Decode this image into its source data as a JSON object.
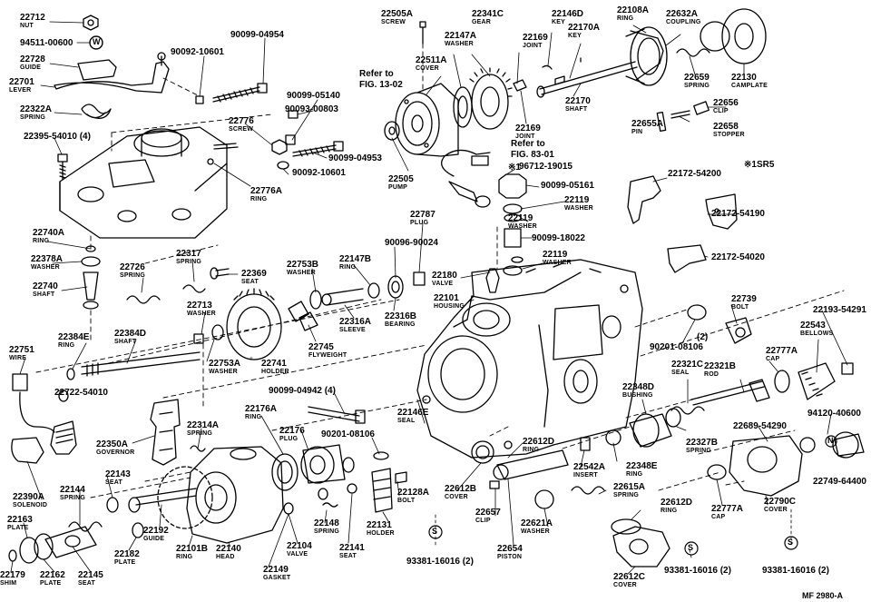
{
  "sheet_code": "MF 2980-A",
  "variant_mark": "※1SR5",
  "parts": {
    "p22712": {
      "num": "22712",
      "name": "NUT"
    },
    "p94511": {
      "num": "94511-00600",
      "name": ""
    },
    "p22728": {
      "num": "22728",
      "name": "GUIDE"
    },
    "p22701": {
      "num": "22701",
      "name": "LEVER"
    },
    "p22322A": {
      "num": "22322A",
      "name": "SPRING"
    },
    "p22395": {
      "num": "22395-54010 (4)",
      "name": ""
    },
    "p90092a": {
      "num": "90092-10601",
      "name": ""
    },
    "p90099_04954": {
      "num": "90099-04954",
      "name": ""
    },
    "p22776": {
      "num": "22776",
      "name": "SCREW"
    },
    "p90093": {
      "num": "90093-00803",
      "name": ""
    },
    "p90099_05140": {
      "num": "90099-05140",
      "name": ""
    },
    "p90099_04953": {
      "num": "90099-04953",
      "name": ""
    },
    "p90092b": {
      "num": "90092-10601",
      "name": ""
    },
    "p22776A": {
      "num": "22776A",
      "name": "RING"
    },
    "p22505A": {
      "num": "22505A",
      "name": "SCREW"
    },
    "p22341C": {
      "num": "22341C",
      "name": "GEAR"
    },
    "p22146D": {
      "num": "22146D",
      "name": "KEY"
    },
    "p22108A": {
      "num": "22108A",
      "name": "RING"
    },
    "p22632A": {
      "num": "22632A",
      "name": "COUPLING"
    },
    "p22147A": {
      "num": "22147A",
      "name": "WASHER"
    },
    "p22169a": {
      "num": "22169",
      "name": "JOINT"
    },
    "p22170A": {
      "num": "22170A",
      "name": "KEY"
    },
    "p22511A": {
      "num": "22511A",
      "name": "COVER"
    },
    "p22659": {
      "num": "22659",
      "name": "SPRING"
    },
    "p22130": {
      "num": "22130",
      "name": "CAMPLATE"
    },
    "p22170": {
      "num": "22170",
      "name": "SHAFT"
    },
    "p22656": {
      "num": "22656",
      "name": "CLIP"
    },
    "p22169b": {
      "num": "22169",
      "name": "JOINT"
    },
    "p22655A": {
      "num": "22655A",
      "name": "PIN"
    },
    "p22658": {
      "num": "22658",
      "name": "STOPPER"
    },
    "p22505": {
      "num": "22505",
      "name": "PUMP"
    },
    "p96712": {
      "num": "96712-19015",
      "name": ""
    },
    "p22172_54200": {
      "num": "22172-54200",
      "name": ""
    },
    "p90099_05161": {
      "num": "90099-05161",
      "name": ""
    },
    "p22119a": {
      "num": "22119",
      "name": "WASHER"
    },
    "p22787": {
      "num": "22787",
      "name": "PLUG"
    },
    "p22119b": {
      "num": "22119",
      "name": "WASHER"
    },
    "p22172_54190": {
      "num": "22172-54190",
      "name": ""
    },
    "p22740A": {
      "num": "22740A",
      "name": "RING"
    },
    "p90096": {
      "num": "90096-90024",
      "name": ""
    },
    "p90099_18022": {
      "num": "90099-18022",
      "name": ""
    },
    "p22378A": {
      "num": "22378A",
      "name": "WASHER"
    },
    "p22317": {
      "num": "22317",
      "name": "SPRING"
    },
    "p22753B": {
      "num": "22753B",
      "name": "WASHER"
    },
    "p22147B": {
      "num": "22147B",
      "name": "RING"
    },
    "p22119c": {
      "num": "22119",
      "name": "WASHER"
    },
    "p22172_54020": {
      "num": "22172-54020",
      "name": ""
    },
    "p22726": {
      "num": "22726",
      "name": "SPRING"
    },
    "p22369": {
      "num": "22369",
      "name": "SEAT"
    },
    "p22180": {
      "num": "22180",
      "name": "VALVE"
    },
    "p22740": {
      "num": "22740",
      "name": "SHAFT"
    },
    "p22101": {
      "num": "22101",
      "name": "HOUSING"
    },
    "p22739": {
      "num": "22739",
      "name": "BOLT"
    },
    "p22193": {
      "num": "22193-54291",
      "name": ""
    },
    "p22713": {
      "num": "22713",
      "name": "WASHER"
    },
    "p22316A": {
      "num": "22316A",
      "name": "SLEEVE"
    },
    "p22316B": {
      "num": "22316B",
      "name": "BEARING"
    },
    "p22384E": {
      "num": "22384E",
      "name": "RING"
    },
    "p22384D": {
      "num": "22384D",
      "name": "SHAFT"
    },
    "p22745": {
      "num": "22745",
      "name": "FLYWEIGHT"
    },
    "p90201_08106a": {
      "num": "90201-08106",
      "name": ""
    },
    "p90201_08106a_qty": {
      "num": "(2)",
      "name": ""
    },
    "p22543": {
      "num": "22543",
      "name": "BELLOWS"
    },
    "p22751": {
      "num": "22751",
      "name": "WIRE"
    },
    "p22753A": {
      "num": "22753A",
      "name": "WASHER"
    },
    "p22741": {
      "num": "22741",
      "name": "HOLDER"
    },
    "p22321C": {
      "num": "22321C",
      "name": "SEAL"
    },
    "p22321B": {
      "num": "22321B",
      "name": "ROD"
    },
    "p22777A_cap": {
      "num": "22777A",
      "name": "CAP"
    },
    "p22722": {
      "num": "22722-54010",
      "name": ""
    },
    "p90099_04942": {
      "num": "90099-04942 (4)",
      "name": ""
    },
    "p22348D": {
      "num": "22348D",
      "name": "BUSHING"
    },
    "p22176A": {
      "num": "22176A",
      "name": "RING"
    },
    "p22146E": {
      "num": "22146E",
      "name": "SEAL"
    },
    "p94120": {
      "num": "94120-40600",
      "name": ""
    },
    "p22327B": {
      "num": "22327B",
      "name": "SPRING"
    },
    "p22689": {
      "num": "22689-54290",
      "name": ""
    },
    "p22314A": {
      "num": "22314A",
      "name": "SPRING"
    },
    "p22176": {
      "num": "22176",
      "name": "PLUG"
    },
    "p90201_08106b": {
      "num": "90201-08106",
      "name": ""
    },
    "p22350A": {
      "num": "22350A",
      "name": "GOVERNOR"
    },
    "p22612D_a": {
      "num": "22612D",
      "name": "RING"
    },
    "p22348E": {
      "num": "22348E",
      "name": "RING"
    },
    "p22749": {
      "num": "22749-64400",
      "name": ""
    },
    "p22390A": {
      "num": "22390A",
      "name": "SOLENOID"
    },
    "p22143": {
      "num": "22143",
      "name": "SEAT"
    },
    "p22128A": {
      "num": "22128A",
      "name": "BOLT"
    },
    "p22612B": {
      "num": "22612B",
      "name": "COVER"
    },
    "p22542A": {
      "num": "22542A",
      "name": "INSERT"
    },
    "p22144": {
      "num": "22144",
      "name": "SPRING"
    },
    "p22615A": {
      "num": "22615A",
      "name": "SPRING"
    },
    "p22777A_cap2": {
      "num": "22777A",
      "name": "CAP"
    },
    "p22790C": {
      "num": "22790C",
      "name": "COVER"
    },
    "p22192": {
      "num": "22192",
      "name": "GUIDE"
    },
    "p22148": {
      "num": "22148",
      "name": "SPRING"
    },
    "p22131": {
      "num": "22131",
      "name": "HOLDER"
    },
    "p22657": {
      "num": "22657",
      "name": "CLIP"
    },
    "p22621A": {
      "num": "22621A",
      "name": "WASHER"
    },
    "p22612D_b": {
      "num": "22612D",
      "name": "RING"
    },
    "p22163": {
      "num": "22163",
      "name": "PLATE"
    },
    "p22182": {
      "num": "22182",
      "name": "PLATE"
    },
    "p22101B": {
      "num": "22101B",
      "name": "RING"
    },
    "p22140": {
      "num": "22140",
      "name": "HEAD"
    },
    "p22104": {
      "num": "22104",
      "name": "VALVE"
    },
    "p22141": {
      "num": "22141",
      "name": "SEAT"
    },
    "p93381a": {
      "num": "93381-16016 (2)",
      "name": ""
    },
    "p22654": {
      "num": "22654",
      "name": "PISTON"
    },
    "p93381b": {
      "num": "93381-16016 (2)",
      "name": ""
    },
    "p93381c": {
      "num": "93381-16016 (2)",
      "name": ""
    },
    "p22149": {
      "num": "22149",
      "name": "GASKET"
    },
    "p22179": {
      "num": "22179",
      "name": "SHIM"
    },
    "p22162": {
      "num": "22162",
      "name": "PLATE"
    },
    "p22145": {
      "num": "22145",
      "name": "SEAT"
    },
    "p22612C": {
      "num": "22612C",
      "name": "COVER"
    }
  },
  "refs": {
    "fig13": {
      "line1": "Refer to",
      "line2": "FIG. 13-02"
    },
    "fig83": {
      "line1": "Refer to",
      "line2": "FIG. 83-01"
    }
  },
  "marks": {
    "w_symbol": "W",
    "n_symbol": "N",
    "s_symbol": "S",
    "asterisk": "※1"
  }
}
